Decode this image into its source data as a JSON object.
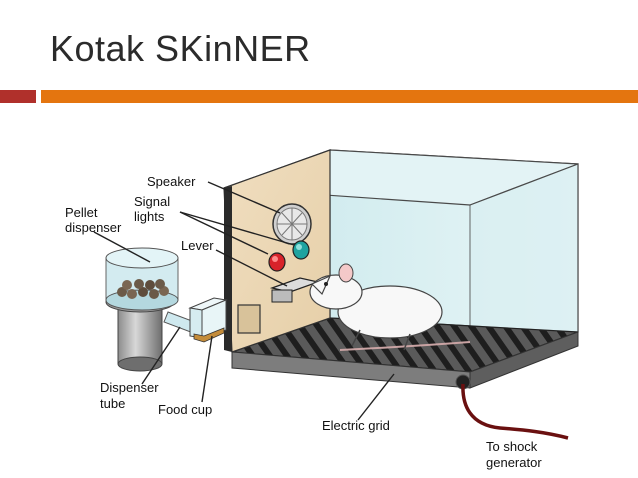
{
  "slide": {
    "title": "Kotak SKinNER",
    "accent_left": "#b0302b",
    "accent_right": "#e4750f"
  },
  "diagram": {
    "labels": {
      "speaker": "Speaker",
      "signal_1": "Signal",
      "signal_2": "lights",
      "pellet_1": "Pellet",
      "pellet_2": "dispenser",
      "lever": "Lever",
      "tube_1": "Dispenser",
      "tube_2": "tube",
      "food_cup": "Food cup",
      "grid": "Electric grid",
      "shock_1": "To shock",
      "shock_2": "generator"
    }
  }
}
